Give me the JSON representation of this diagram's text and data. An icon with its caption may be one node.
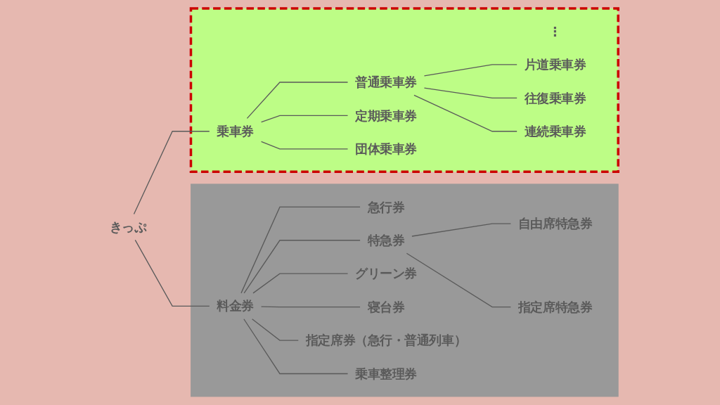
{
  "diagram": {
    "nodes": [
      {
        "text": [
          "きっぷ"
        ]
      },
      {
        "text": [],
        "shape": "box"
      },
      {
        "text": [
          "乗車券"
        ],
        "in": 1
      },
      {
        "text": [
          "普通乗車券"
        ],
        "in": 1
      },
      {
        "text": [
          "定期乗車券"
        ],
        "in": 1
      },
      {
        "text": [
          "団体乗車券"
        ],
        "in": 1
      },
      {
        "text": [
          "⋮"
        ],
        "in": 1
      },
      {
        "text": [
          "片道乗車券"
        ],
        "in": 1
      },
      {
        "text": [
          "往復乗車券"
        ],
        "in": 1
      },
      {
        "text": [
          "連続乗車券"
        ],
        "in": 1
      },
      {
        "text": [],
        "shape": "box"
      },
      {
        "text": [
          "料金券"
        ],
        "in": 10
      },
      {
        "text": [
          "急行券"
        ],
        "in": 10
      },
      {
        "text": [
          "特急券"
        ],
        "in": 10
      },
      {
        "text": [
          "グリーン券"
        ],
        "in": 10
      },
      {
        "text": [
          "寝台券"
        ],
        "in": 10
      },
      {
        "text": [
          "指定席券（急行・普通列車）"
        ],
        "in": 10
      },
      {
        "text": [
          "乗車整理券"
        ],
        "in": 10
      },
      {
        "text": [
          "自由席特急券"
        ],
        "in": 10
      },
      {
        "text": [
          "指定席特急券"
        ],
        "in": 10
      }
    ],
    "edges": [
      {
        "from": 0,
        "to": 2,
        "arrow": "none"
      },
      {
        "from": 2,
        "to": 3,
        "arrow": "none"
      },
      {
        "from": 2,
        "to": 4,
        "arrow": "none"
      },
      {
        "from": 2,
        "to": 5,
        "arrow": "none"
      },
      {
        "from": 3,
        "to": 7,
        "arrow": "none"
      },
      {
        "from": 3,
        "to": 8,
        "arrow": "none"
      },
      {
        "from": 3,
        "to": 9,
        "arrow": "none"
      },
      {
        "from": 0,
        "to": 11,
        "arrow": "none"
      },
      {
        "from": 11,
        "to": 12,
        "arrow": "none"
      },
      {
        "from": 11,
        "to": 13,
        "arrow": "none"
      },
      {
        "from": 11,
        "to": 14,
        "arrow": "none"
      },
      {
        "from": 11,
        "to": 15,
        "arrow": "none"
      },
      {
        "from": 11,
        "to": 16,
        "arrow": "none"
      },
      {
        "from": 11,
        "to": 17,
        "arrow": "none"
      },
      {
        "from": 13,
        "to": 18,
        "arrow": "none"
      },
      {
        "from": 13,
        "to": 19,
        "arrow": "none"
      }
    ]
  }
}
